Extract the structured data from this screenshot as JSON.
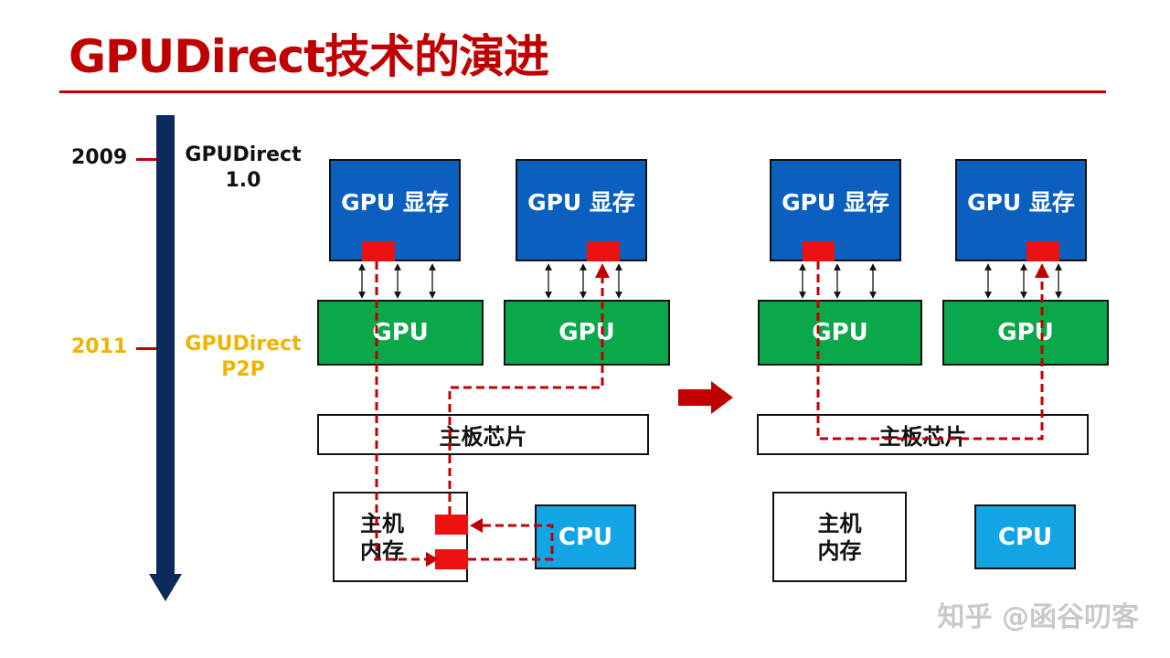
{
  "title": "GPUDirect技术的演进",
  "timeline": {
    "events": [
      {
        "year": "2009",
        "name_line1": "GPUDirect",
        "name_line2": "1.0",
        "color": "#111111"
      },
      {
        "year": "2011",
        "name_line1": "GPUDirect",
        "name_line2": "P2P",
        "color": "#f0b400"
      }
    ]
  },
  "labels": {
    "gpu_memory": "GPU 显存",
    "gpu": "GPU",
    "chipset": "主板芯片",
    "host_mem_line1": "主机",
    "host_mem_line2": "内存",
    "cpu": "CPU"
  },
  "colors": {
    "title_red": "#c00000",
    "timeline_navy": "#0d2a5c",
    "gpu_memory_blue": "#0b5fbf",
    "gpu_green": "#0aa84a",
    "cpu_cyan": "#12a5e6",
    "path_red": "#c00000"
  },
  "watermark": "知乎 @函谷叨客"
}
